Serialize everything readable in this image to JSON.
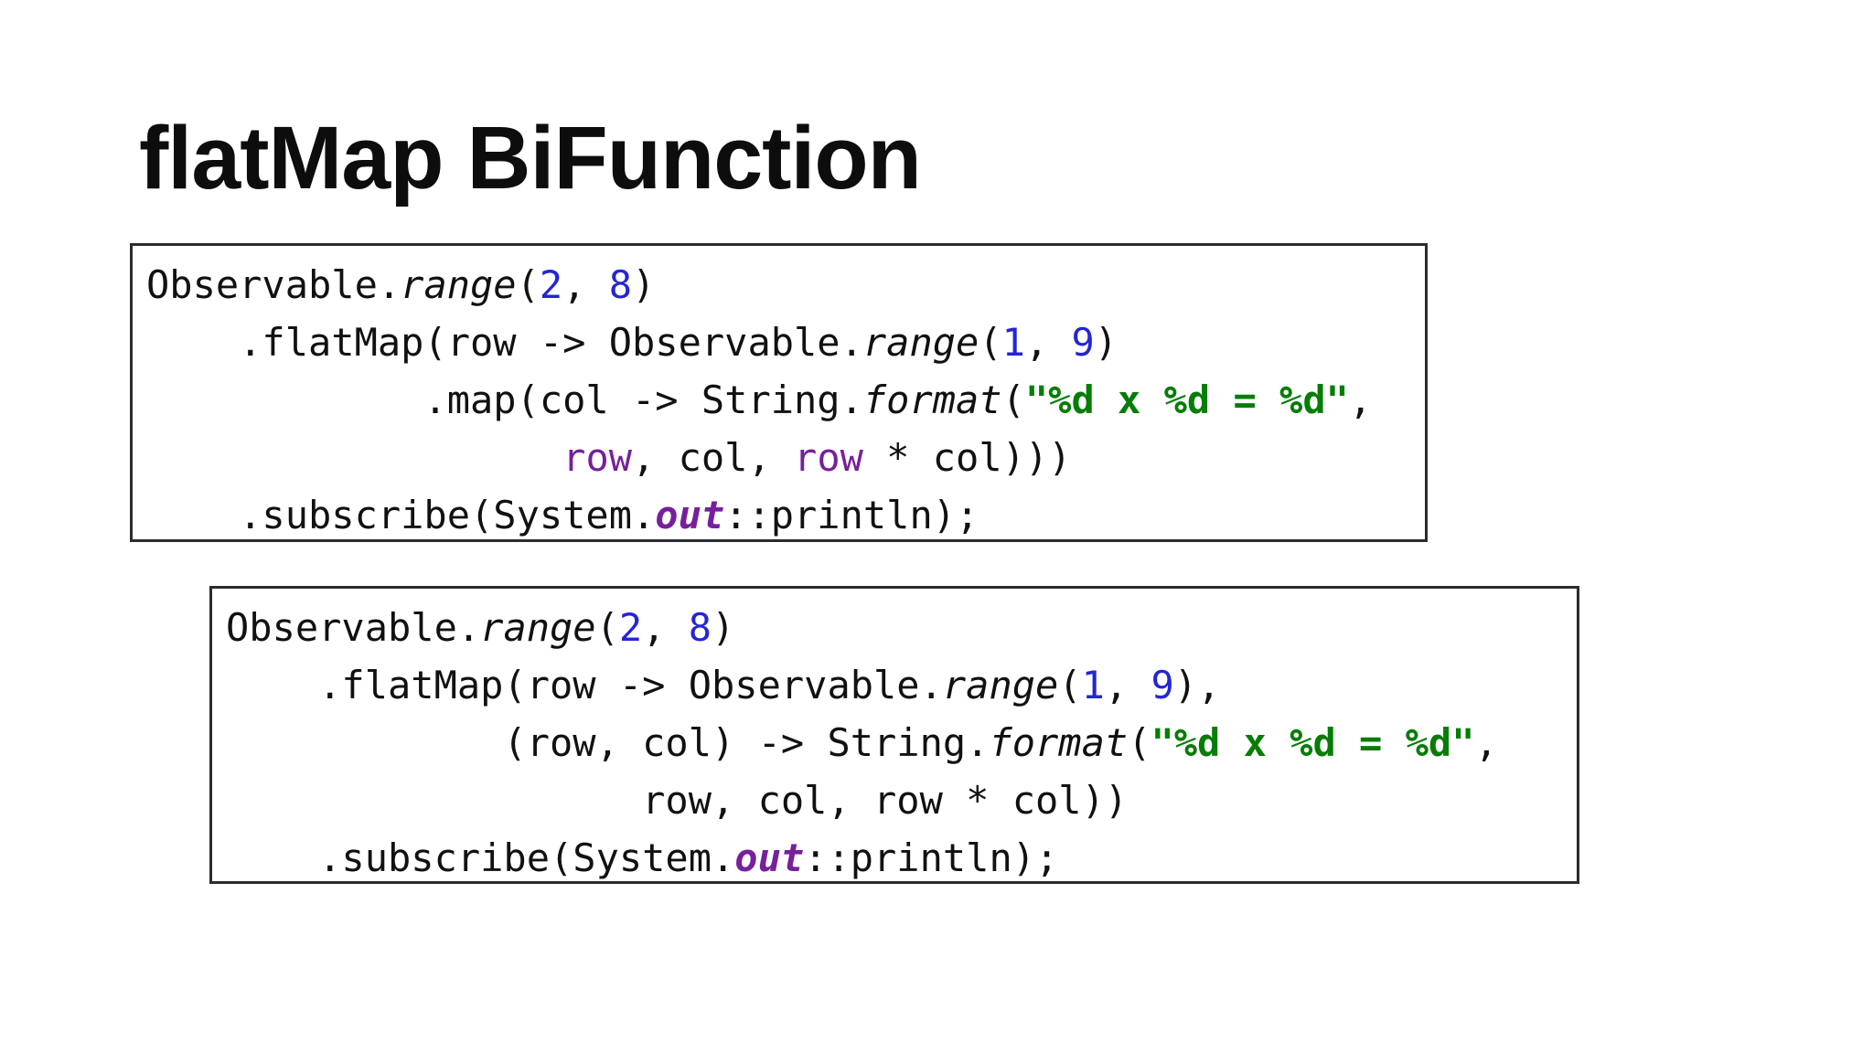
{
  "title": "flatMap BiFunction",
  "colors": {
    "number": "#2525d5",
    "string": "#067d06",
    "variable": "#76209c",
    "text": "#111111",
    "border": "#2b2b31",
    "background": "#ffffff"
  },
  "code_blocks": [
    {
      "name": "flatmap-nested-map-example",
      "lines": [
        [
          {
            "t": "Observable.",
            "c": "plain"
          },
          {
            "t": "range",
            "c": "italic"
          },
          {
            "t": "(",
            "c": "plain"
          },
          {
            "t": "2",
            "c": "number"
          },
          {
            "t": ", ",
            "c": "plain"
          },
          {
            "t": "8",
            "c": "number"
          },
          {
            "t": ")",
            "c": "plain"
          }
        ],
        [
          {
            "t": "    .flatMap(row -> Observable.",
            "c": "plain"
          },
          {
            "t": "range",
            "c": "italic"
          },
          {
            "t": "(",
            "c": "plain"
          },
          {
            "t": "1",
            "c": "number"
          },
          {
            "t": ", ",
            "c": "plain"
          },
          {
            "t": "9",
            "c": "number"
          },
          {
            "t": ")",
            "c": "plain"
          }
        ],
        [
          {
            "t": "            .map(col -> String.",
            "c": "plain"
          },
          {
            "t": "format",
            "c": "italic"
          },
          {
            "t": "(",
            "c": "plain"
          },
          {
            "t": "\"%d x %d = %d\"",
            "c": "string"
          },
          {
            "t": ",",
            "c": "plain"
          }
        ],
        [
          {
            "t": "                  ",
            "c": "plain"
          },
          {
            "t": "row",
            "c": "var"
          },
          {
            "t": ", col, ",
            "c": "plain"
          },
          {
            "t": "row",
            "c": "var"
          },
          {
            "t": " * col)))",
            "c": "plain"
          }
        ],
        [
          {
            "t": "    .subscribe(System.",
            "c": "plain"
          },
          {
            "t": "out",
            "c": "field"
          },
          {
            "t": "::println);",
            "c": "plain"
          }
        ]
      ]
    },
    {
      "name": "flatmap-bifunction-example",
      "lines": [
        [
          {
            "t": "Observable.",
            "c": "plain"
          },
          {
            "t": "range",
            "c": "italic"
          },
          {
            "t": "(",
            "c": "plain"
          },
          {
            "t": "2",
            "c": "number"
          },
          {
            "t": ", ",
            "c": "plain"
          },
          {
            "t": "8",
            "c": "number"
          },
          {
            "t": ")",
            "c": "plain"
          }
        ],
        [
          {
            "t": "    .flatMap(row -> Observable.",
            "c": "plain"
          },
          {
            "t": "range",
            "c": "italic"
          },
          {
            "t": "(",
            "c": "plain"
          },
          {
            "t": "1",
            "c": "number"
          },
          {
            "t": ", ",
            "c": "plain"
          },
          {
            "t": "9",
            "c": "number"
          },
          {
            "t": "),",
            "c": "plain"
          }
        ],
        [
          {
            "t": "            (row, col) -> String.",
            "c": "plain"
          },
          {
            "t": "format",
            "c": "italic"
          },
          {
            "t": "(",
            "c": "plain"
          },
          {
            "t": "\"%d x %d = %d\"",
            "c": "string"
          },
          {
            "t": ",",
            "c": "plain"
          }
        ],
        [
          {
            "t": "                  row, col, row * col))",
            "c": "plain"
          }
        ],
        [
          {
            "t": "    .subscribe(System.",
            "c": "plain"
          },
          {
            "t": "out",
            "c": "field"
          },
          {
            "t": "::println);",
            "c": "plain"
          }
        ]
      ]
    }
  ]
}
